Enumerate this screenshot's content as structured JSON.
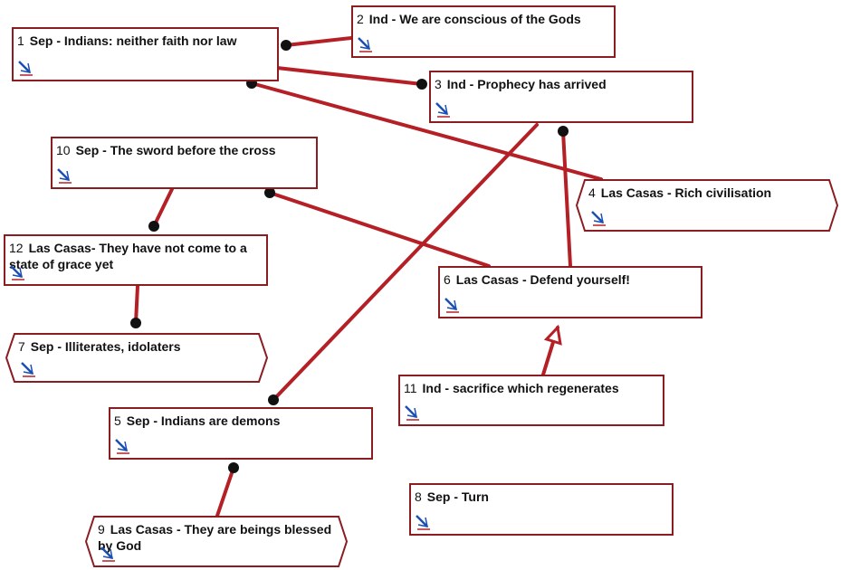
{
  "colors": {
    "link": "#b52026",
    "box_border": "#8a1c22",
    "marker": "#111111"
  },
  "nodes": [
    {
      "id": "n1",
      "num": "1",
      "text": "Sep - Indians: neither  faith nor law",
      "shape": "rect"
    },
    {
      "id": "n2",
      "num": "2",
      "text": "Ind - We are conscious of the Gods",
      "shape": "rect"
    },
    {
      "id": "n3",
      "num": "3",
      "text": "Ind - Prophecy has arrived",
      "shape": "rect"
    },
    {
      "id": "n4",
      "num": "4",
      "text": "Las Casas - Rich civilisation",
      "shape": "hex"
    },
    {
      "id": "n10",
      "num": "10",
      "text": "Sep - The sword before the cross",
      "shape": "rect"
    },
    {
      "id": "n12",
      "num": "12",
      "text": "Las Casas- They have not come to a state of grace yet",
      "shape": "rect"
    },
    {
      "id": "n6",
      "num": "6",
      "text": "Las Casas - Defend yourself!",
      "shape": "rect"
    },
    {
      "id": "n7",
      "num": "7",
      "text": "Sep - Illiterates, idolaters",
      "shape": "hex"
    },
    {
      "id": "n11",
      "num": "11",
      "text": "Ind - sacrifice which regenerates",
      "shape": "rect"
    },
    {
      "id": "n5",
      "num": "5",
      "text": "Sep - Indians are demons",
      "shape": "rect"
    },
    {
      "id": "n8",
      "num": "8",
      "text": "Sep - Turn",
      "shape": "rect"
    },
    {
      "id": "n9",
      "num": "9",
      "text": "Las Casas - They are beings blessed by God",
      "shape": "hex"
    }
  ],
  "edges": [
    {
      "from": "n2",
      "to": "n1",
      "end": "dot"
    },
    {
      "from": "n1",
      "to": "n3",
      "end": "dot"
    },
    {
      "from": "n4",
      "to": "n1",
      "end": "dot"
    },
    {
      "from": "n6",
      "to": "n3",
      "end": "dot"
    },
    {
      "from": "n3",
      "to": "n5",
      "end": "dot"
    },
    {
      "from": "n6",
      "to": "n10",
      "end": "dot"
    },
    {
      "from": "n10",
      "to": "n12",
      "end": "dot"
    },
    {
      "from": "n12",
      "to": "n7",
      "end": "dot"
    },
    {
      "from": "n9",
      "to": "n5",
      "end": "dot"
    },
    {
      "from": "n11",
      "to": "n6",
      "end": "arrow"
    }
  ]
}
